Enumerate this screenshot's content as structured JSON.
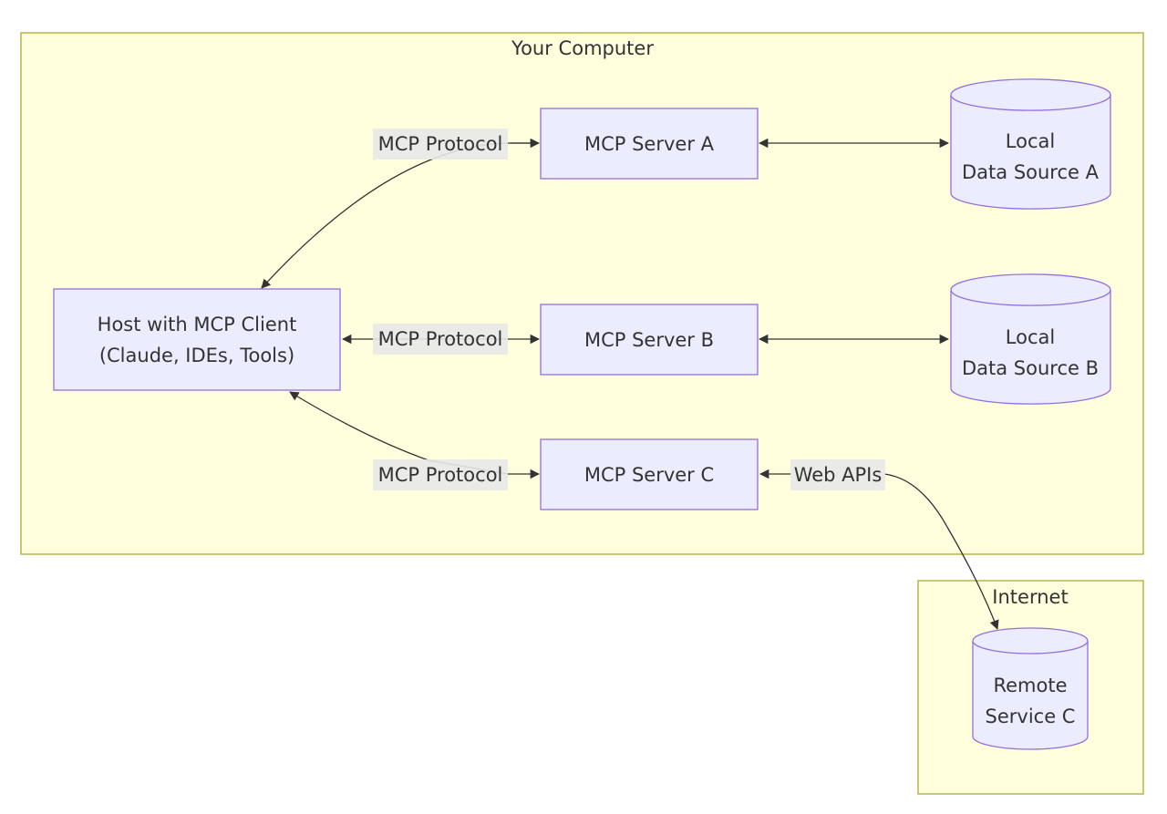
{
  "clusters": {
    "computer": {
      "label": "Your Computer"
    },
    "internet": {
      "label": "Internet"
    }
  },
  "nodes": {
    "host": {
      "lines": [
        "Host with MCP Client",
        "(Claude, IDEs, Tools)"
      ]
    },
    "server_a": {
      "lines": [
        "MCP Server A"
      ]
    },
    "server_b": {
      "lines": [
        "MCP Server B"
      ]
    },
    "server_c": {
      "lines": [
        "MCP Server C"
      ]
    },
    "data_a": {
      "lines": [
        "Local",
        "Data Source A"
      ]
    },
    "data_b": {
      "lines": [
        "Local",
        "Data Source B"
      ]
    },
    "remote_c": {
      "lines": [
        "Remote",
        "Service C"
      ]
    }
  },
  "edges": {
    "host_server_a": {
      "label": "MCP Protocol"
    },
    "host_server_b": {
      "label": "MCP Protocol"
    },
    "host_server_c": {
      "label": "MCP Protocol"
    },
    "server_c_remote": {
      "label": "Web APIs"
    }
  },
  "colors": {
    "cluster_fill": "#ffffde",
    "cluster_stroke": "#aaaa33",
    "node_fill": "#ececff",
    "node_stroke": "#9370db",
    "edge": "#333333",
    "edge_label_bg": "#e8e8e8"
  }
}
